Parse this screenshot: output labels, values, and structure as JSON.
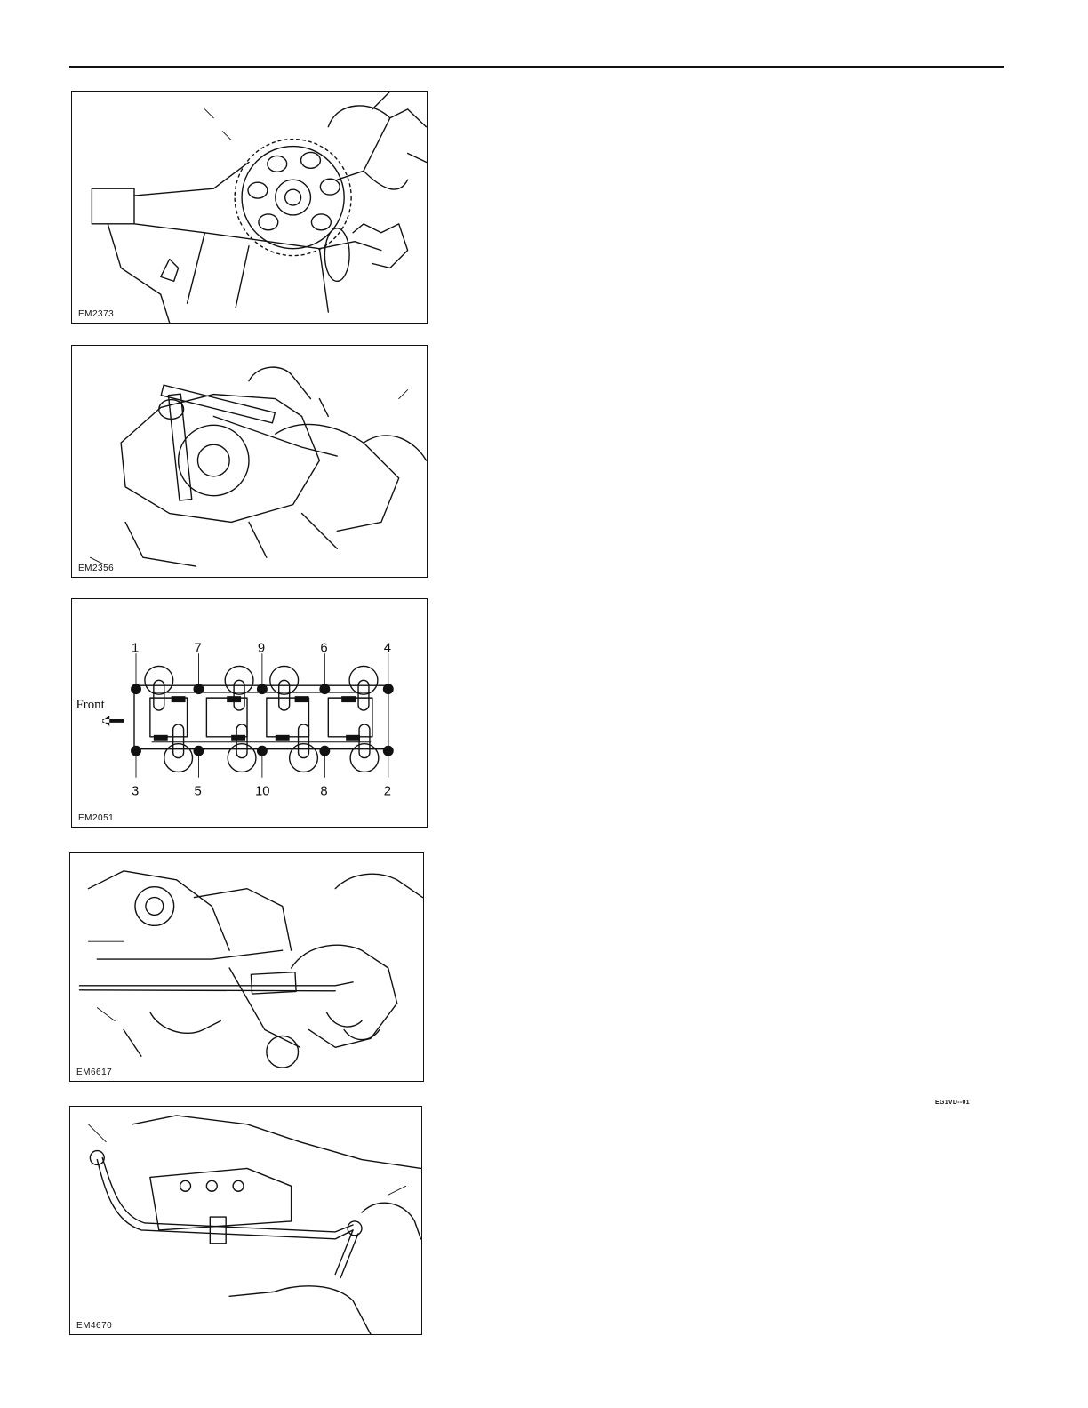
{
  "figures": [
    {
      "id": "fig1",
      "label": "EM2373"
    },
    {
      "id": "fig2",
      "label": "EM2356"
    },
    {
      "id": "fig3",
      "label": "EM2051",
      "diagram": {
        "front_label": "Front",
        "top_numbers": [
          "1",
          "7",
          "9",
          "6",
          "4"
        ],
        "bottom_numbers": [
          "3",
          "5",
          "10",
          "8",
          "2"
        ]
      }
    },
    {
      "id": "fig4",
      "label": "EM6617"
    },
    {
      "id": "fig5",
      "label": "EM4670"
    }
  ],
  "section_code": "EG1VD--01"
}
